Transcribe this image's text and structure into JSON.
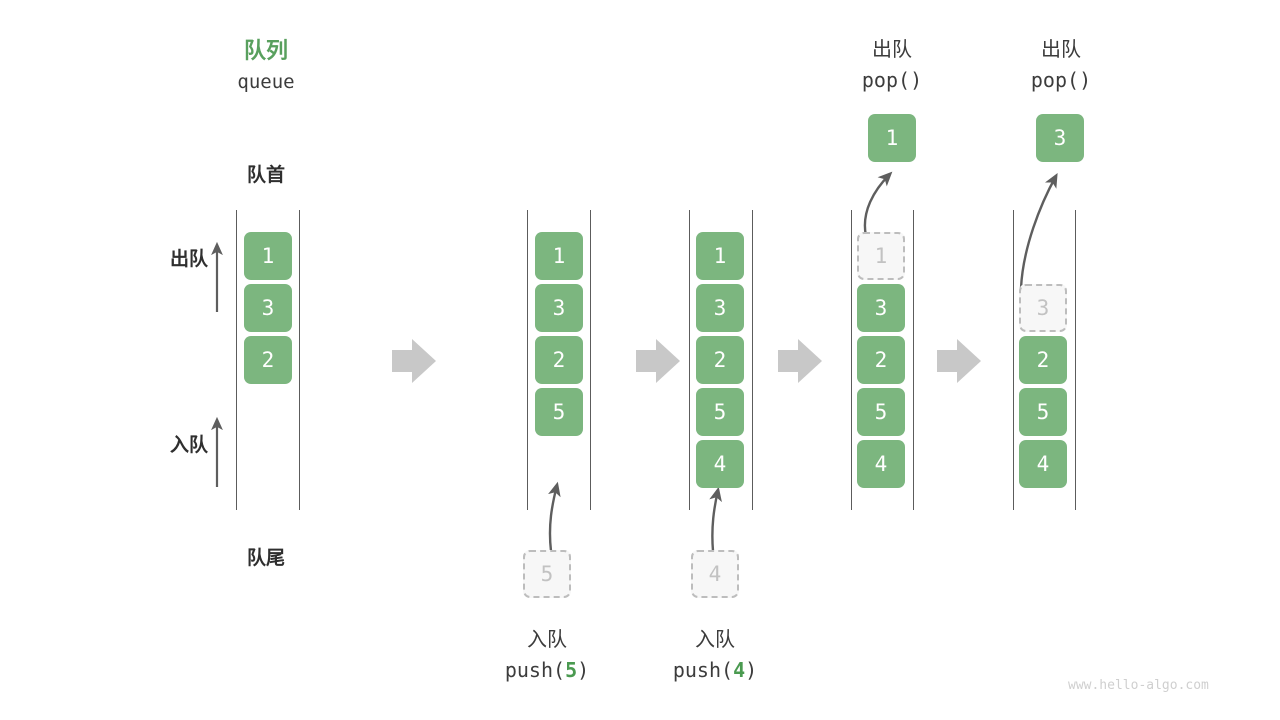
{
  "diagram": {
    "title_cn": "队列",
    "title_en": "queue",
    "front_label": "队首",
    "rear_label": "队尾",
    "dequeue_label": "出队",
    "enqueue_label": "入队",
    "watermark": "www.hello-algo.com",
    "colors": {
      "accent_green": "#7cb67f",
      "title_green": "#59a05e",
      "ghost_fill": "#f7f7f7",
      "ghost_border": "#bdbdbd",
      "rail": "#5c5c5c",
      "arrow_gray": "#5e5e5e",
      "step_arrow_gray": "#c8c8c8",
      "text_dark": "#3c3c3c",
      "watermark_gray": "#cfcfcf"
    },
    "steps": [
      {
        "id": "state-initial",
        "cells": [
          {
            "value": "1",
            "state": "filled"
          },
          {
            "value": "3",
            "state": "filled"
          },
          {
            "value": "2",
            "state": "filled"
          }
        ]
      },
      {
        "id": "state-after-push-5",
        "op_cn": "入队",
        "op_code_prefix": "push(",
        "op_code_arg": "5",
        "op_code_suffix": ")",
        "incoming_value": "5",
        "cells": [
          {
            "value": "1",
            "state": "filled"
          },
          {
            "value": "3",
            "state": "filled"
          },
          {
            "value": "2",
            "state": "filled"
          },
          {
            "value": "5",
            "state": "filled"
          }
        ]
      },
      {
        "id": "state-after-push-4",
        "op_cn": "入队",
        "op_code_prefix": "push(",
        "op_code_arg": "4",
        "op_code_suffix": ")",
        "incoming_value": "4",
        "cells": [
          {
            "value": "1",
            "state": "filled"
          },
          {
            "value": "3",
            "state": "filled"
          },
          {
            "value": "2",
            "state": "filled"
          },
          {
            "value": "5",
            "state": "filled"
          },
          {
            "value": "4",
            "state": "filled"
          }
        ]
      },
      {
        "id": "state-after-pop-1",
        "op_cn": "出队",
        "op_code_prefix": "pop(",
        "op_code_arg": "",
        "op_code_suffix": ")",
        "popped_value": "1",
        "cells": [
          {
            "value": "1",
            "state": "ghost"
          },
          {
            "value": "3",
            "state": "filled"
          },
          {
            "value": "2",
            "state": "filled"
          },
          {
            "value": "5",
            "state": "filled"
          },
          {
            "value": "4",
            "state": "filled"
          }
        ]
      },
      {
        "id": "state-after-pop-3",
        "op_cn": "出队",
        "op_code_prefix": "pop(",
        "op_code_arg": "",
        "op_code_suffix": ")",
        "popped_value": "3",
        "cells": [
          {
            "value": "3",
            "state": "ghost"
          },
          {
            "value": "2",
            "state": "filled"
          },
          {
            "value": "5",
            "state": "filled"
          },
          {
            "value": "4",
            "state": "filled"
          }
        ]
      }
    ]
  }
}
